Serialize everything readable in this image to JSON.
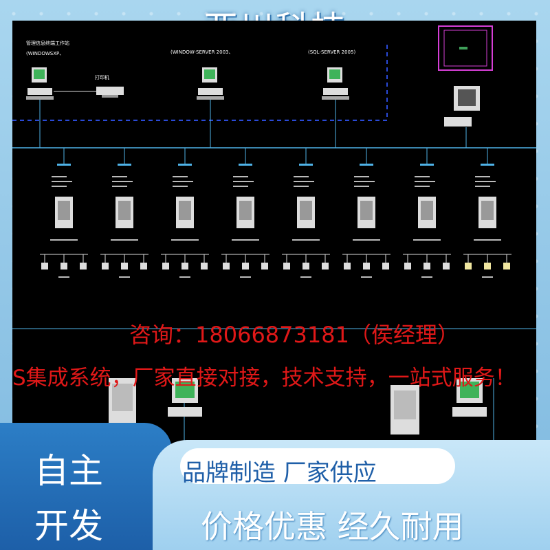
{
  "brand": {
    "title": "亚川科技"
  },
  "diagram": {
    "top_label_a": "(WINDOW-SERVER 2003、",
    "top_label_b": "(SQL-SERVER 2005)",
    "top_label_left": "(WINDOWSXP、",
    "printer_label": "打印机",
    "station_count": 8,
    "bottom_station_count": 2
  },
  "overlay": {
    "consult": "咨询：18066873181（侯经理）",
    "slogan": "S集成系统，厂家直接对接，技术支持，一站式服务！"
  },
  "footer": {
    "left_line1": "自主",
    "left_line2": "开发",
    "right_line1": "品牌制造  厂家供应",
    "right_line2": "价格优惠  经久耐用"
  },
  "colors": {
    "panel_bg": "#000000",
    "accent_red": "#e01818",
    "footer_blue": "#1f5fa8",
    "magenta": "#d63fd6",
    "dash_blue": "#2a4ad8",
    "link_cyan": "#4fb3e8"
  }
}
